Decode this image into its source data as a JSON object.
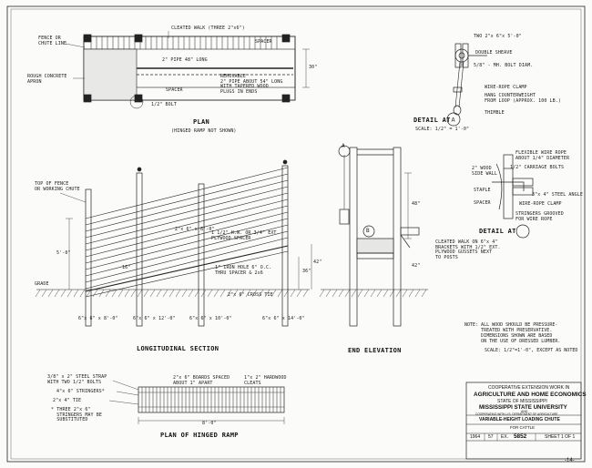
{
  "views": {
    "plan": {
      "title": "PLAN",
      "subtitle": "(HINGED RAMP NOT SHOWN)",
      "labels": {
        "cleated_walk": "CLEATED WALK (THREE 2\"x6\")",
        "fence_line": "FENCE OR\nCHUTE LINE",
        "rough_concrete": "ROUGH CONCRETE\nAPRON",
        "pipe": "2\" PIPE 48\" LONG",
        "spacer_top": "SPACER",
        "removable_pipe": "REMOVABLE\n2\" PIPE ABOUT 54\" LONG\nWITH TAPERED WOOD\nPLUGS IN ENDS",
        "spacer_low": "SPACER",
        "bolt": "1/2\" BOLT",
        "dim_width": "30\""
      }
    },
    "detail_a": {
      "title": "DETAIL AT",
      "marker": "A",
      "scale": "SCALE: 1/2\" = 1'-0\"",
      "labels": {
        "two_boards": "TWO 2\"x 6\"x 5'-0\"",
        "double_sheave": "DOUBLE SHEAVE",
        "mh_bolt": "5/8\" - MH. BOLT DIAM.",
        "wire_rope_clamp": "WIRE-ROPE CLAMP",
        "hang_counterweight": "HANG COUNTERWEIGHT\nFROM LOOP (APPROX. 100 LB.)",
        "thimble": "THIMBLE"
      }
    },
    "detail_b": {
      "title": "DETAIL AT",
      "marker": "B",
      "labels": {
        "flexible_rope": "FLEXIBLE WIRE ROPE\nABOUT 1/4\" DIAMETER",
        "carriage_bolts": "1/2\" CARRIAGE BOLTS",
        "wood_side_wall": "2\" WOOD\nSIDE WALL",
        "staple": "STAPLE",
        "steel_angle": "3\"x 4\" STEEL ANGLE",
        "rope_clamp": "WIRE-ROPE CLAMP",
        "spacer": "SPACER",
        "stringers_grooved": "STRINGERS GROOVED\nFOR WIRE ROPE"
      }
    },
    "longitudinal": {
      "title": "LONGITUDINAL SECTION",
      "labels": {
        "top_of_fence": "TOP OF FENCE\nOR WORKING CHUTE",
        "grade": "GRADE",
        "board_2x6": "2\"x 6\" x 8'-0\"",
        "plywood_spacer": "1 1/2\" H.W. OR 3/4\" EXT.\nPLYWOOD SPACER",
        "dim_16": "16\"",
        "bolt_note": "1\" IRON HOLE 6\" O.C.\nTHRU SPACER & 2x6",
        "cross_tie": "2\"x 6\" CROSS TIE",
        "dim_36": "36\"",
        "dim_42": "42\"",
        "dim_5ft": "5'-0\"",
        "post_1": "6\"x 6\" x 8'-0\"",
        "post_2": "6\"x 6\" x 12'-0\"",
        "post_3": "6\"x 6\" x 10'-0\"",
        "post_4": "6\"x 6\" x 14'-0\""
      }
    },
    "end_elevation": {
      "title": "END ELEVATION",
      "marker_a": "A",
      "marker_b": "B",
      "labels": {
        "cleated_walk": "CLEATED WALK ON 6\"x 4\"\nBRACKETS WITH 1/2\" EXT.\nPLYWOOD GUSSETS NEXT\nTO POSTS",
        "dim_48": "48\"",
        "dim_42": "42\""
      }
    },
    "hinged_ramp": {
      "title": "PLAN OF HINGED RAMP",
      "labels": {
        "steel_strap": "3/8\" x 2\" STEEL STRAP\nWITH TWO 1/2\" BOLTS",
        "stringers": "4\"x 6\" STRINGERS*",
        "tie": "2\"x 4\" TIE",
        "substitute_note": "* THREE 2\"x 6\"\n  STRINGERS MAY BE\n  SUBSTITUTED",
        "boards": "2\"x 6\" BOARDS SPACED\nABOUT 1\" APART",
        "cleats": "1\"x 2\" HARDWOOD\nCLEATS",
        "dim_length": "8'-0\""
      }
    }
  },
  "notes": {
    "general": "NOTE: ALL WOOD SHOULD BE PRESSURE-\n      TREATED WITH PRESERVATIVE.\n      DIMENSIONS SHOWN ARE BASED\n      ON THE USE OF DRESSED LUMBER.",
    "scale": "SCALE: 1/2\"=1'-0\", EXCEPT AS NOTED"
  },
  "title_block": {
    "line1": "COOPERATIVE EXTENSION WORK IN",
    "line2": "AGRICULTURE AND HOME ECONOMICS",
    "line3": "STATE OF MISSISSIPPI",
    "line4": "MISSISSIPPI STATE UNIVERSITY",
    "line5": "AND",
    "line6": "COOPERATING WITH U.S. DEPARTMENT OF AGRICULTURE",
    "drawing_title": "VARIABLE-HEIGHT LOADING CHUTE",
    "drawing_subtitle": "FOR CATTLE",
    "cell_1": "1964",
    "cell_2": "57",
    "cell_ex_label": "EX.",
    "cell_ex_number": "5852",
    "cell_sheet": "SHEET 1 OF 1"
  },
  "page_number": "-14-"
}
